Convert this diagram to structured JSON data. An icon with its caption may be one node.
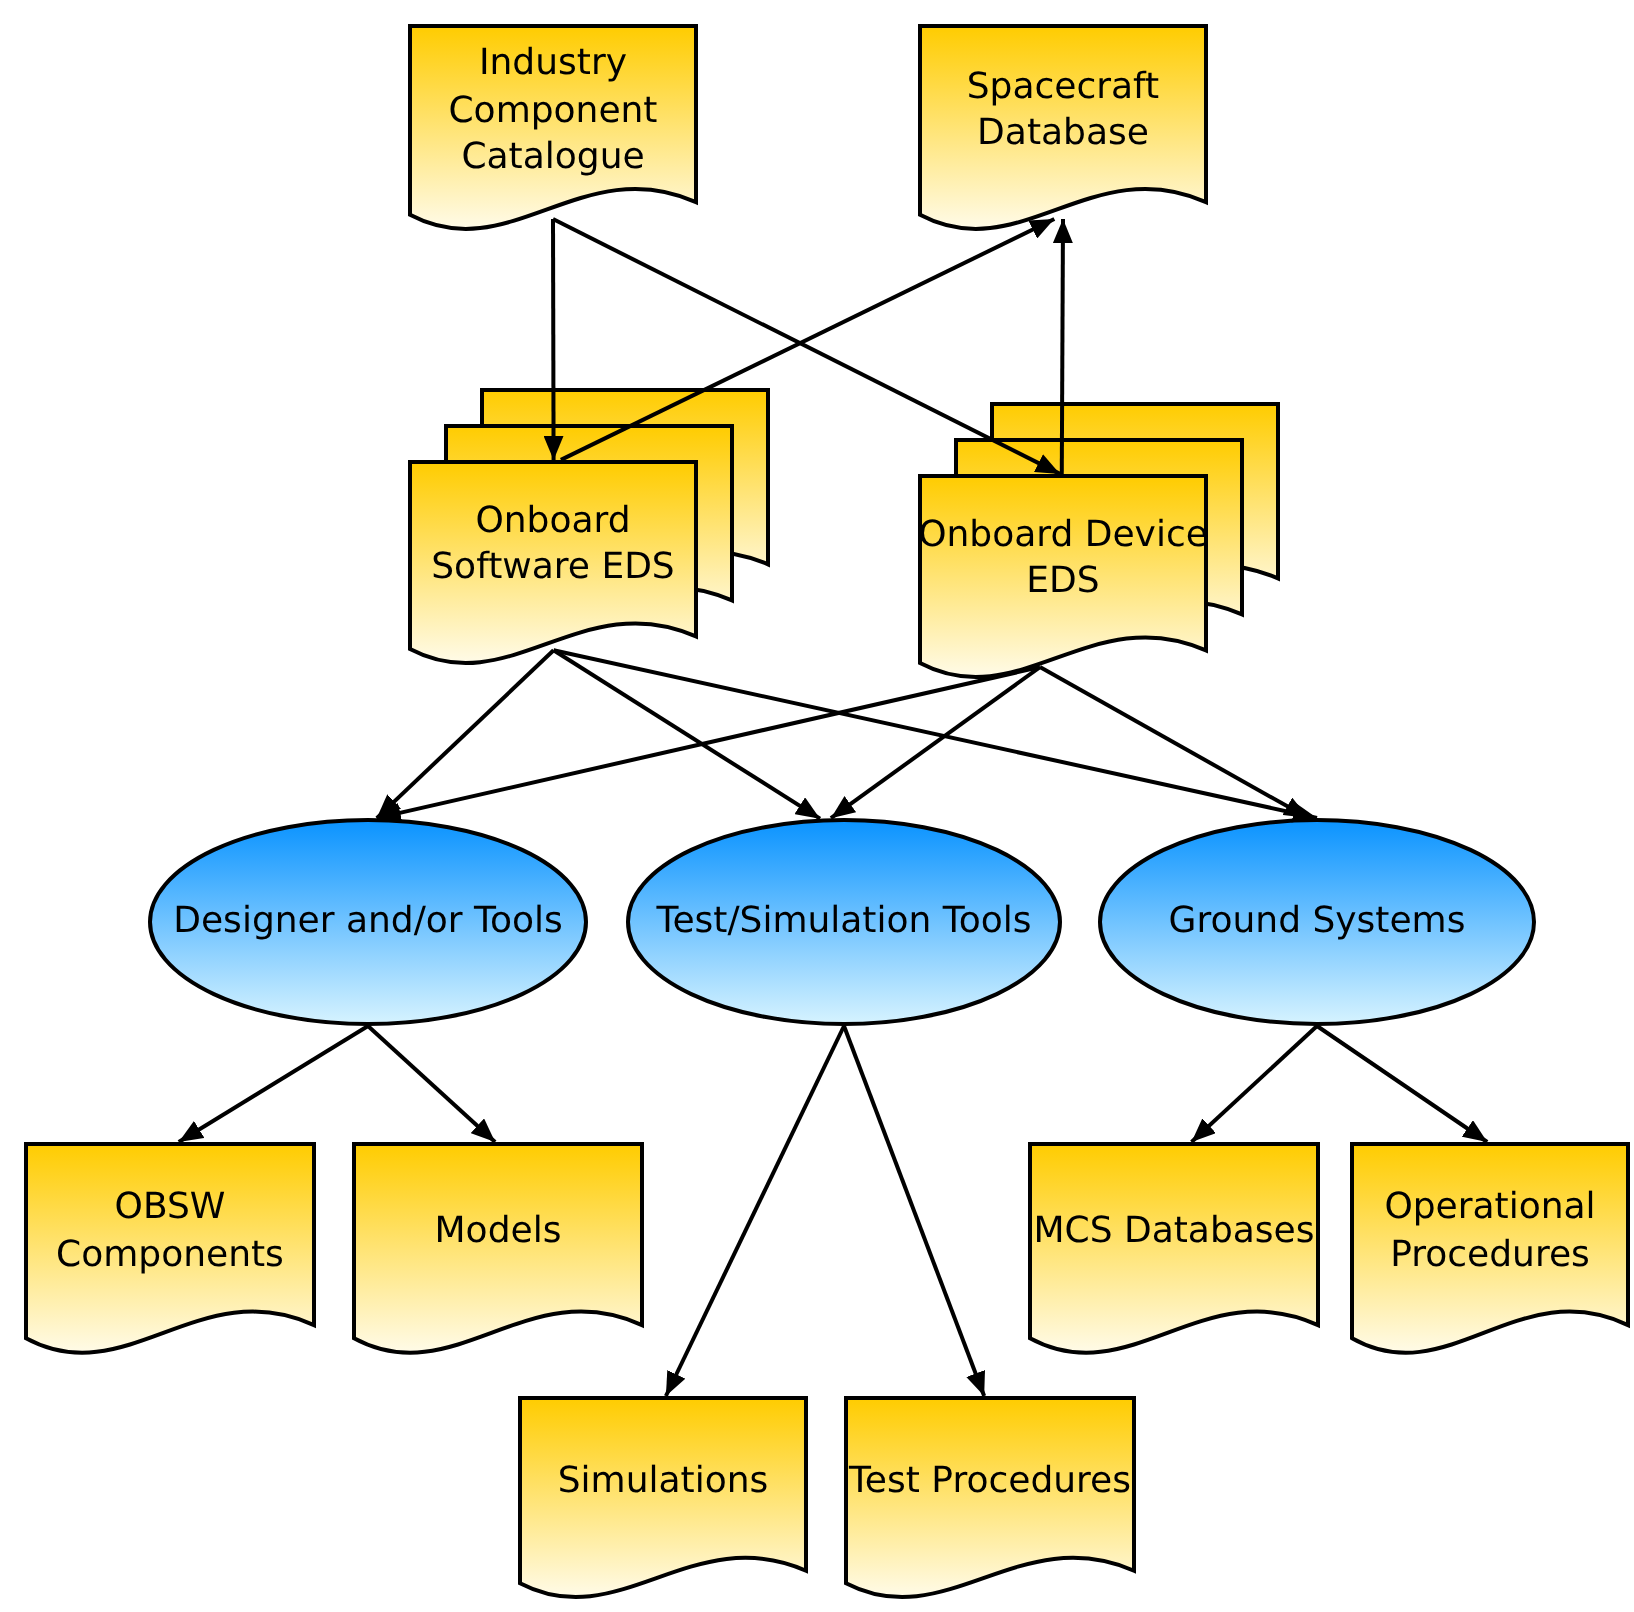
{
  "diagram": {
    "nodes": [
      {
        "text": [
          "Industry Component Catalogue"
        ]
      },
      {
        "text": [
          "Spacecraft Database"
        ]
      },
      {
        "text": [
          "Onboard Software EDS"
        ]
      },
      {
        "text": [
          "Onboard Device EDS"
        ]
      },
      {
        "text": [
          "Designer and/or Tools"
        ]
      },
      {
        "text": [
          "Test/Simulation Tools"
        ]
      },
      {
        "text": [
          "Ground Systems"
        ]
      },
      {
        "text": [
          "OBSW Components"
        ]
      },
      {
        "text": [
          "Models"
        ]
      },
      {
        "text": [
          "MCS Databases"
        ]
      },
      {
        "text": [
          "Operational Procedures"
        ]
      },
      {
        "text": [
          "Simulations"
        ]
      },
      {
        "text": [
          "Test Procedures"
        ]
      }
    ],
    "edges": [
      {
        "from": 0,
        "to": 2,
        "arrow": "to"
      },
      {
        "from": 0,
        "to": 3,
        "arrow": "to"
      },
      {
        "from": 2,
        "to": 1,
        "arrow": "to"
      },
      {
        "from": 3,
        "to": 1,
        "arrow": "to"
      },
      {
        "from": 2,
        "to": 4,
        "arrow": "to"
      },
      {
        "from": 2,
        "to": 5,
        "arrow": "to"
      },
      {
        "from": 2,
        "to": 6,
        "arrow": "to"
      },
      {
        "from": 3,
        "to": 4,
        "arrow": "to"
      },
      {
        "from": 3,
        "to": 5,
        "arrow": "to"
      },
      {
        "from": 3,
        "to": 6,
        "arrow": "to"
      },
      {
        "from": 4,
        "to": 7,
        "arrow": "to"
      },
      {
        "from": 4,
        "to": 8,
        "arrow": "to"
      },
      {
        "from": 5,
        "to": 11,
        "arrow": "to"
      },
      {
        "from": 5,
        "to": 12,
        "arrow": "to"
      },
      {
        "from": 6,
        "to": 9,
        "arrow": "to"
      },
      {
        "from": 6,
        "to": 10,
        "arrow": "to"
      }
    ]
  }
}
